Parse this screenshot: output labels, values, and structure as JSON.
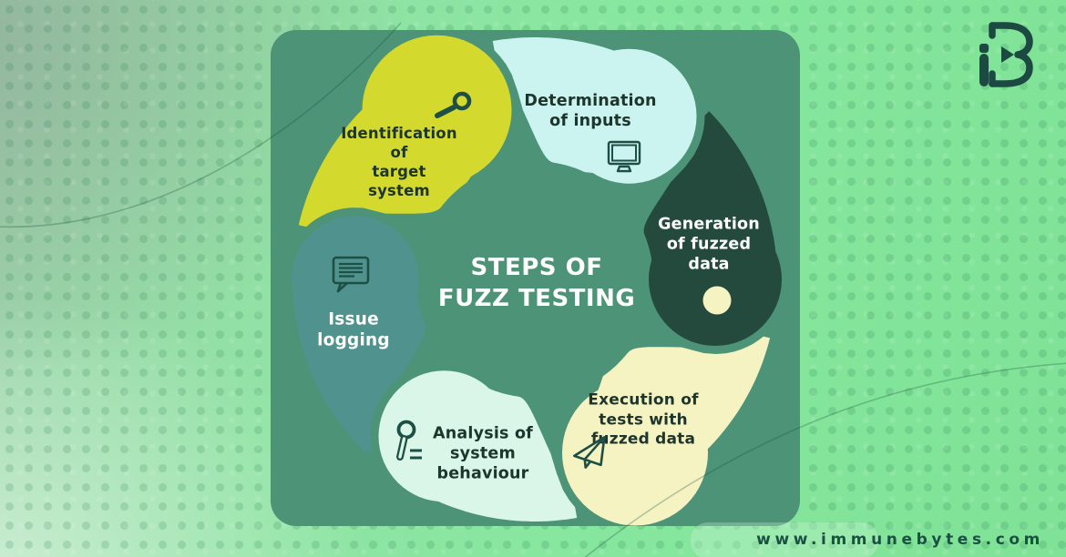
{
  "brand": {
    "logo_alt": "iB"
  },
  "diagram": {
    "title_line1": "STEPS OF",
    "title_line2": "FUZZ TESTING",
    "steps": [
      {
        "id": "identification",
        "label": "Identification of target system",
        "lines": [
          "Identification",
          "of",
          "target",
          "system"
        ],
        "color": "#D4DA2D",
        "text_color": "#1D352B",
        "icon": "magnifier-icon"
      },
      {
        "id": "determination",
        "label": "Determination of inputs",
        "lines": [
          "Determination",
          "of inputs"
        ],
        "color": "#CBF3F0",
        "text_color": "#1D352B",
        "icon": "monitor-icon"
      },
      {
        "id": "generation",
        "label": "Generation of fuzzed data",
        "lines": [
          "Generation",
          "of fuzzed",
          "data"
        ],
        "color": "#24493D",
        "text_color": "#FDFEFD",
        "icon": "circle-dot-icon"
      },
      {
        "id": "execution",
        "label": "Execution of tests with fuzzed data",
        "lines": [
          "Execution of",
          "tests with",
          "fuzzed data"
        ],
        "color": "#F6F3C3",
        "text_color": "#1D352B",
        "icon": "paper-plane-icon"
      },
      {
        "id": "analysis",
        "label": "Analysis of system behaviour",
        "lines": [
          "Analysis of",
          "system",
          "behaviour"
        ],
        "color": "#D9F6E8",
        "text_color": "#1D352B",
        "icon": "search-equals-icon"
      },
      {
        "id": "issue-logging",
        "label": "Issue logging",
        "lines": [
          "Issue",
          "logging"
        ],
        "color": "#4F928E",
        "text_color": "#FDFEFD",
        "icon": "comment-icon"
      }
    ]
  },
  "footer": {
    "website": "www.immunebytes.com"
  },
  "colors": {
    "card": "#4D9378",
    "background_green": "#7FE296",
    "icon_stroke": "#1E4F44",
    "logo": "#1C4A42",
    "url_text": "#1B5044",
    "generation_dot": "#F6F3C3"
  }
}
